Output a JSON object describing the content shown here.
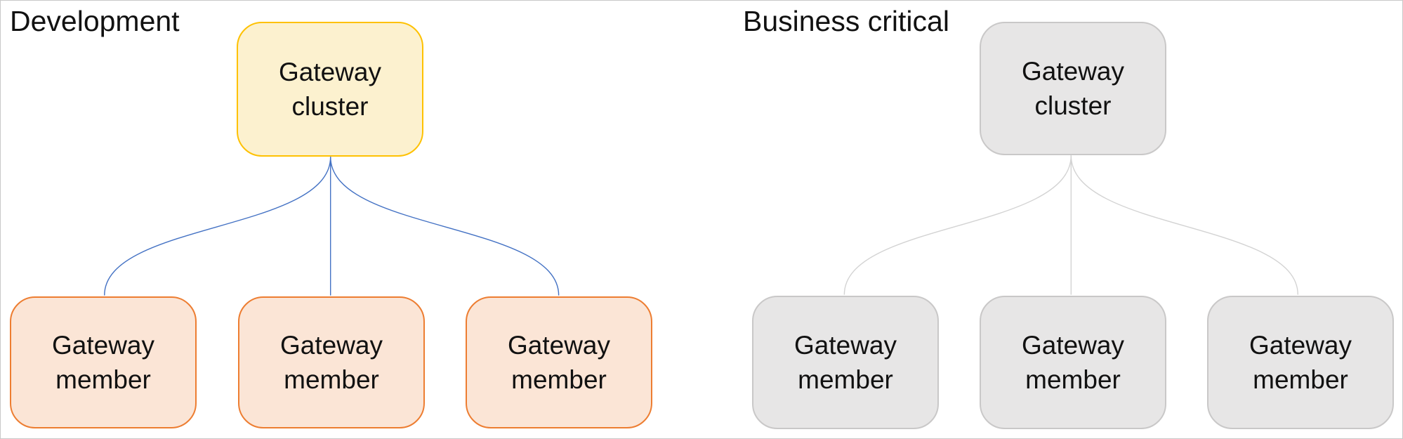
{
  "page": {
    "background": "#ffffff"
  },
  "colors": {
    "page_bg": "#ffffff",
    "frame": "#c9c9c9",
    "text": "#111111",
    "dev_line": "#4472c4",
    "crit_line": "#d3d3d3",
    "dev_cluster_fill": "#fcf1cf",
    "dev_cluster_border": "#fec102",
    "dev_member_fill": "#fbe5d6",
    "dev_member_border": "#ed7d31",
    "crit_node_fill": "#e7e6e6",
    "crit_node_border": "#c9c8c8"
  },
  "development": {
    "title": "Development",
    "cluster_label": "Gateway cluster",
    "members": [
      {
        "label": "Gateway member"
      },
      {
        "label": "Gateway member"
      },
      {
        "label": "Gateway member"
      }
    ]
  },
  "business_critical": {
    "title": "Business critical",
    "cluster_label": "Gateway cluster",
    "members": [
      {
        "label": "Gateway member"
      },
      {
        "label": "Gateway member"
      },
      {
        "label": "Gateway member"
      }
    ]
  }
}
